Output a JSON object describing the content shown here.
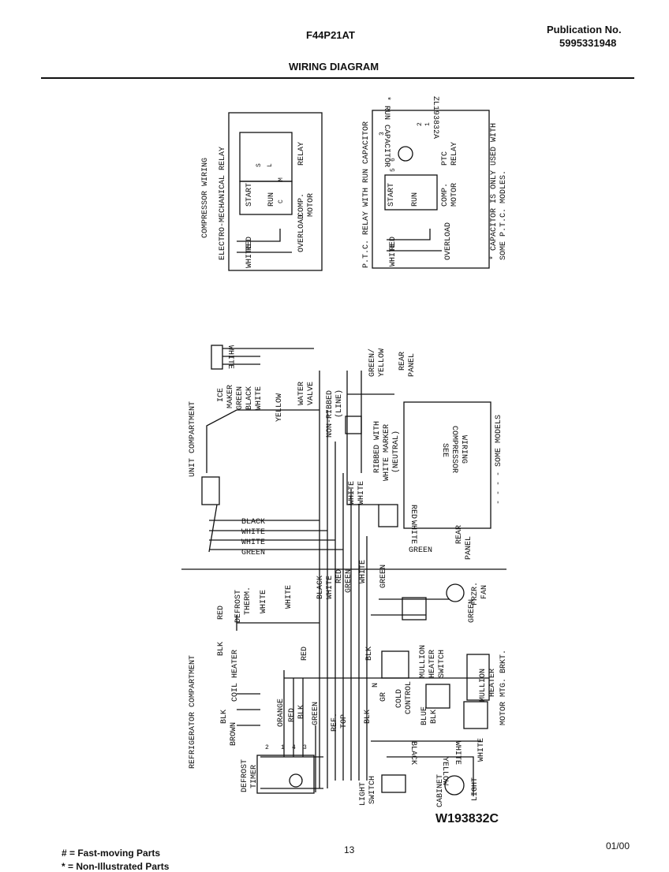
{
  "header": {
    "model": "F44P21AT",
    "publication_label": "Publication No.",
    "publication_number": "5995331948",
    "section_title": "WIRING DIAGRAM"
  },
  "compressor_wiring": {
    "title": "COMPRESSOR WIRING",
    "emr": {
      "title": "ELECTRO-MECHANICAL RELAY",
      "start": "START",
      "run": "RUN",
      "comp": "COMP.",
      "motor": "MOTOR",
      "relay": "RELAY",
      "overload": "OVERLOAD",
      "red": "RED",
      "white": "WHITE",
      "s": "S",
      "m": "M",
      "c": "C",
      "l": "L"
    },
    "ptc": {
      "title": "P.T.C. RELAY WITH RUN CAPACITOR",
      "start": "START",
      "run": "RUN",
      "comp": "COMP.",
      "motor": "MOTOR",
      "ptc": "PTC",
      "relay": "RELAY",
      "overload": "OVERLOAD",
      "red": "RED",
      "white": "WHITE",
      "run_capacitor": "* RUN CAPACITOR",
      "part_number": "ZL193832A",
      "note1": "* CAPACITOR IS ONLY USED WITH",
      "note2": "SOME P.T.C. MODLES.",
      "t1": "1",
      "t2": "2",
      "t3": "3",
      "t5": "5",
      "t6": "6"
    }
  },
  "unit": {
    "title": "UNIT COMPARTMENT",
    "ice_maker1": "ICE",
    "ice_maker2": "MAKER",
    "green": "GREEN",
    "black": "BLACK",
    "white": "WHITE",
    "yellow": "YELLOW",
    "water_valve1": "WATER",
    "water_valve2": "VALVE",
    "white_top": "WHITE",
    "nonribbed1": "NON-RIBBED",
    "nonribbed2": "(LINE)",
    "ribbed1": "RIBBED WITH",
    "ribbed2": "WHITE MARKER",
    "ribbed3": "(NEUTRAL)",
    "green_yellow1": "GREEN/",
    "green_yellow2": "YELLOW",
    "rear_panel1": "REAR",
    "rear_panel2": "PANEL",
    "see_compressor1": "SEE",
    "see_compressor2": "COMPRESSOR",
    "see_compressor3": "WIRING",
    "some_models": "- - - - SOME MODELS",
    "red": "RED",
    "white2": "WHITE",
    "wire_black": "BLACK",
    "wire_white1": "WHITE",
    "wire_white2": "WHITE",
    "wire_green": "GREEN",
    "white_v1": "WHITE",
    "white_v2": "WHITE",
    "green2": "GREEN",
    "rear_panel3": "REAR",
    "rear_panel4": "PANEL"
  },
  "refrigerator": {
    "title": "REFRIGERATOR COMPARTMENT",
    "defrost_therm1": "DEFROST",
    "defrost_therm2": "THERM.",
    "white": "WHITE",
    "white2": "WHITE",
    "red": "RED",
    "black": "BLACK",
    "white3": "WHITE",
    "red2": "RED",
    "green": "GREEN",
    "white4": "WHITE",
    "green2": "GREEN",
    "frzr_fan1": "FRZR.",
    "frzr_fan2": "FAN",
    "green3": "GREEN",
    "blk": "BLK",
    "coil_heater1": "COIL HEATER",
    "blk2": "BLK",
    "red3": "RED",
    "blk3": "BLK",
    "mullion_switch1": "MULLION",
    "mullion_switch2": "HEATER",
    "mullion_switch3": "SWITCH",
    "cold_control1": "COLD",
    "cold_control2": "CONTROL",
    "gr": "GR",
    "n": "N",
    "blue": "BLUE",
    "blk4": "BLK",
    "mullion_heater1": "MULLION",
    "mullion_heater2": "HEATER",
    "motor_brkt": "MOTOR MTG. BRKT.",
    "orange": "ORANGE",
    "red4": "RED",
    "blk5": "BLK",
    "green4": "GREEN",
    "ref_top1": "REF.",
    "ref_top2": "TOP",
    "blk6": "BLK",
    "brown": "BROWN",
    "t1": "1",
    "t2": "2",
    "t3": "3",
    "t4": "4",
    "defrost_timer1": "DEFROST",
    "defrost_timer2": "TIMER",
    "black2": "BLACK",
    "white5": "WHITE",
    "yellow": "YELLOW",
    "light_switch1": "LIGHT",
    "light_switch2": "SWITCH",
    "cabinet_light1": "CABINET",
    "cabinet_light2": "LIGHT",
    "white6": "WHITE"
  },
  "footer": {
    "drawing_id": "W193832C",
    "page_number": "13",
    "date": "01/00",
    "legend_fast": "# = Fast-moving Parts",
    "legend_non": "* = Non-Illustrated Parts"
  }
}
